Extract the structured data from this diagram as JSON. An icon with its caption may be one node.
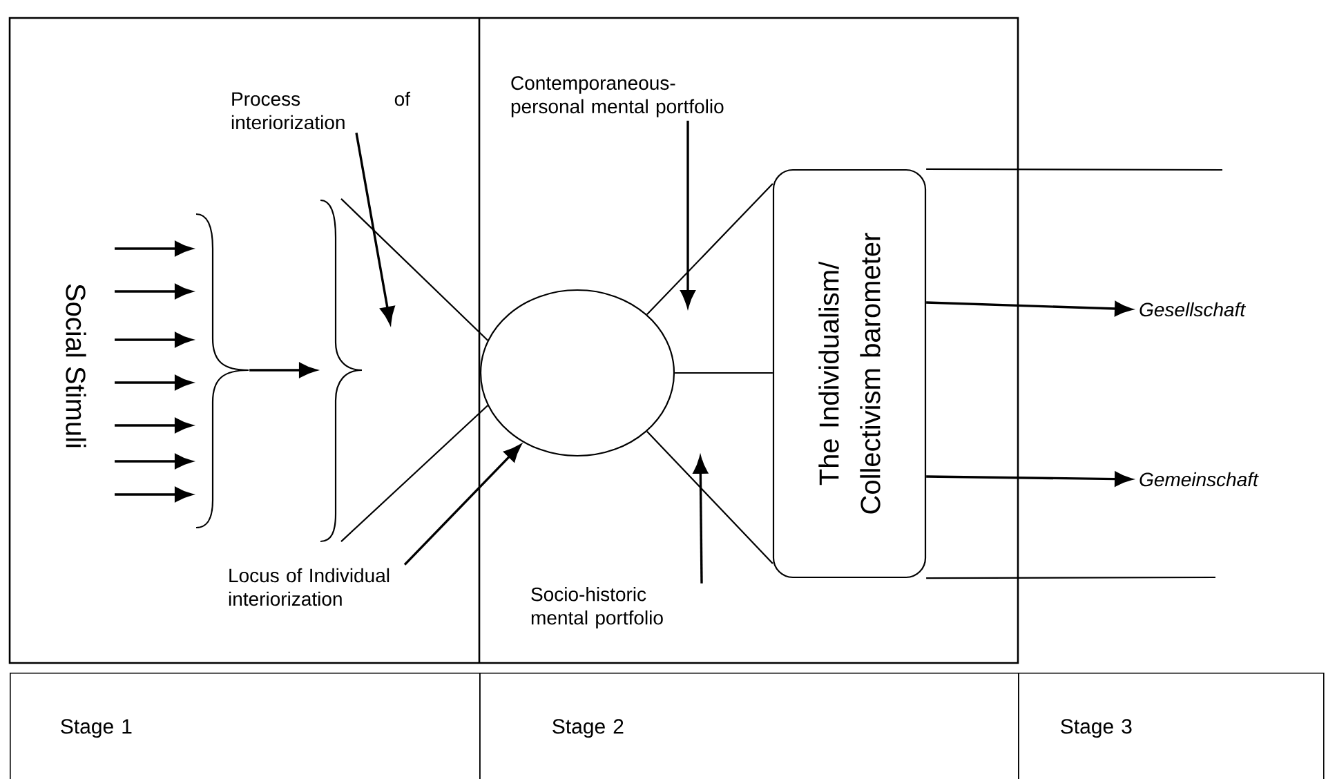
{
  "diagram": {
    "nodes": [
      {
        "text": [],
        "shape": "brace"
      },
      {
        "text": [],
        "shape": "brace"
      },
      {
        "text": [],
        "shape": "circle"
      },
      {
        "text": [
          "Process of interiorization"
        ]
      },
      {
        "text": [
          "Locus of Individual interiorization"
        ]
      },
      {
        "text": [
          "Contemporaneous-personal mental portfolio"
        ]
      },
      {
        "text": [
          "Socio-historic mental portfolio"
        ]
      },
      {
        "text": [
          "The Individualism/ Collectivism barometer"
        ]
      },
      {
        "text": [
          "*Gesellschaft*"
        ]
      },
      {
        "text": [
          "*Gemeinschaft*"
        ]
      },
      {
        "text": [
          "Stage 1"
        ]
      },
      {
        "text": [
          "Stage 2"
        ]
      },
      {
        "text": [
          "Stage 3"
        ]
      }
    ],
    "edges": [
      {
        "from": null,
        "to": 0,
        "arrow": "to"
      },
      {
        "from": null,
        "to": 0,
        "arrow": "to"
      },
      {
        "from": null,
        "to": 0,
        "arrow": "to"
      },
      {
        "from": null,
        "to": 0,
        "arrow": "to"
      },
      {
        "from": null,
        "to": 0,
        "arrow": "to"
      },
      {
        "from": null,
        "to": 0,
        "arrow": "to"
      },
      {
        "from": null,
        "to": 0,
        "arrow": "to"
      },
      {
        "from": 0,
        "to": 1,
        "arrow": "to"
      },
      {
        "from": 1,
        "to": 2,
        "arrow": "none"
      },
      {
        "from": 1,
        "to": 2,
        "arrow": "none"
      },
      {
        "from": 2,
        "to": 7,
        "arrow": "none"
      },
      {
        "from": 2,
        "to": 7,
        "arrow": "none"
      },
      {
        "from": 2,
        "to": 7,
        "arrow": "none"
      },
      {
        "from": 7,
        "to": null,
        "arrow": "none"
      },
      {
        "from": 7,
        "to": 8,
        "arrow": "to"
      },
      {
        "from": 7,
        "to": 9,
        "arrow": "to"
      },
      {
        "from": 7,
        "to": null,
        "arrow": "none"
      },
      {
        "from": 3,
        "to": null,
        "arrow": "to"
      },
      {
        "from": 4,
        "to": 2,
        "arrow": "to"
      },
      {
        "from": 5,
        "to": null,
        "arrow": "to"
      },
      {
        "from": 6,
        "to": null,
        "arrow": "to"
      }
    ],
    "labels": [
      "Social Stimuli"
    ]
  }
}
